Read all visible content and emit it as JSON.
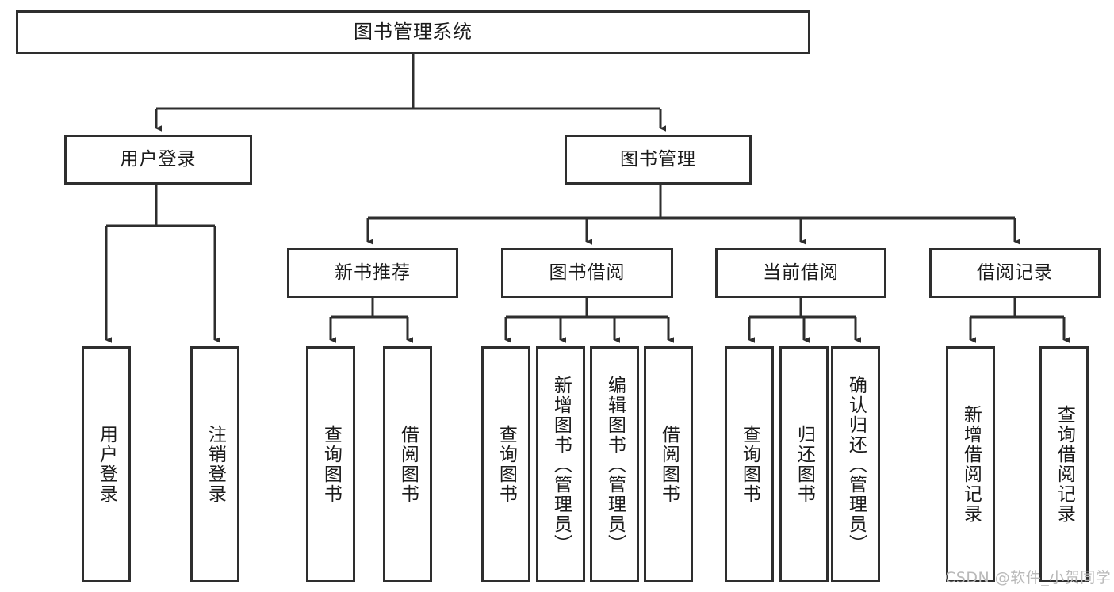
{
  "diagram": {
    "title": "图书管理系统",
    "type": "tree-hierarchy-diagram",
    "stroke_color": "#2e2e2e",
    "background_color": "#ffffff",
    "text_color": "#1b1b1b",
    "watermark": "CSDN @软件_小贺同学",
    "watermark_color": "#b9b9b9"
  },
  "nodes": {
    "root": {
      "label": "图书管理系统"
    },
    "level2": [
      {
        "label": "用户登录"
      },
      {
        "label": "图书管理"
      }
    ],
    "level3": [
      {
        "label": "新书推荐"
      },
      {
        "label": "图书借阅"
      },
      {
        "label": "当前借阅"
      },
      {
        "label": "借阅记录"
      }
    ],
    "leaves": {
      "user_login": [
        {
          "label": "用户登录"
        },
        {
          "label": "注销登录"
        }
      ],
      "new_book_recommend": [
        {
          "label": "查询图书"
        },
        {
          "label": "借阅图书"
        }
      ],
      "book_borrow": [
        {
          "label": "查询图书"
        },
        {
          "label": "新增图书（管理员）"
        },
        {
          "label": "编辑图书（管理员）"
        },
        {
          "label": "借阅图书"
        }
      ],
      "current_borrow": [
        {
          "label": "查询图书"
        },
        {
          "label": "归还图书"
        },
        {
          "label": "确认归还（管理员）"
        }
      ],
      "borrow_record": [
        {
          "label": "新增借阅记录"
        },
        {
          "label": "查询借阅记录"
        }
      ]
    }
  }
}
